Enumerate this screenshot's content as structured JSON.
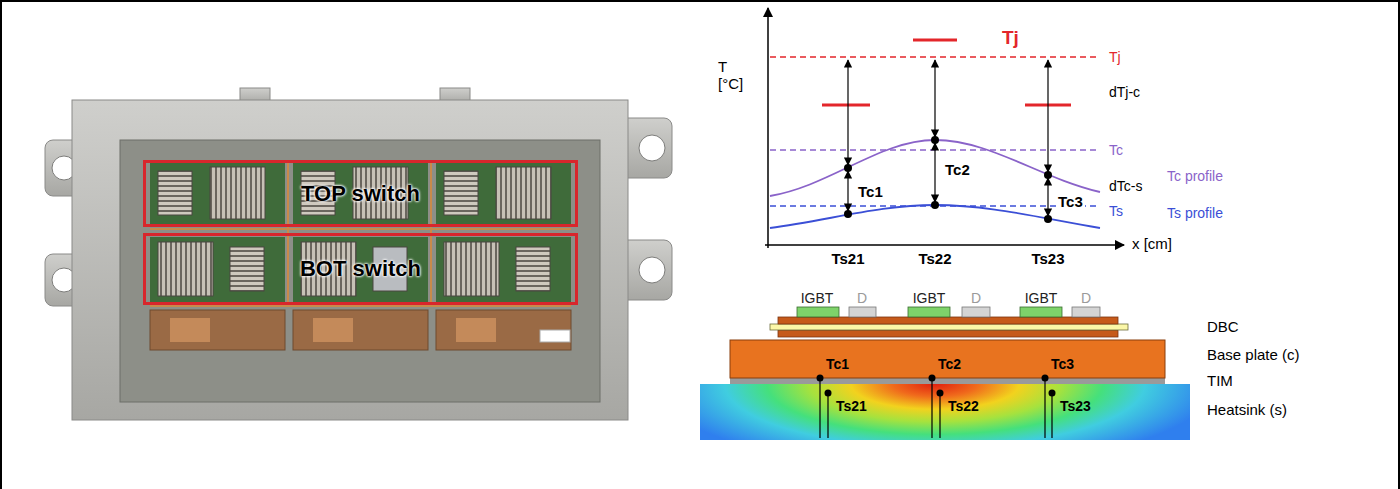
{
  "diagram": {
    "nodes": [
      {
        "text": [
          "TOP switch"
        ]
      },
      {
        "text": [
          "BOT switch"
        ]
      }
    ],
    "labels": [
      "T [°C]",
      "Tj",
      "Tj",
      "dTj-c",
      "Tc1",
      "Tc2",
      "Tc3",
      "Tc",
      "dTc-s",
      "Tc profile",
      "Ts",
      "Ts profile",
      "Ts21",
      "Ts22",
      "Ts23",
      "x [cm]",
      "IGBT",
      "D",
      "IGBT",
      "D",
      "IGBT",
      "D",
      "DBC",
      "Base plate (c)",
      "TIM",
      "Heatsink (s)",
      "Tc1",
      "Tc2",
      "Tc3",
      "Ts21",
      "Ts22",
      "Ts23"
    ]
  }
}
